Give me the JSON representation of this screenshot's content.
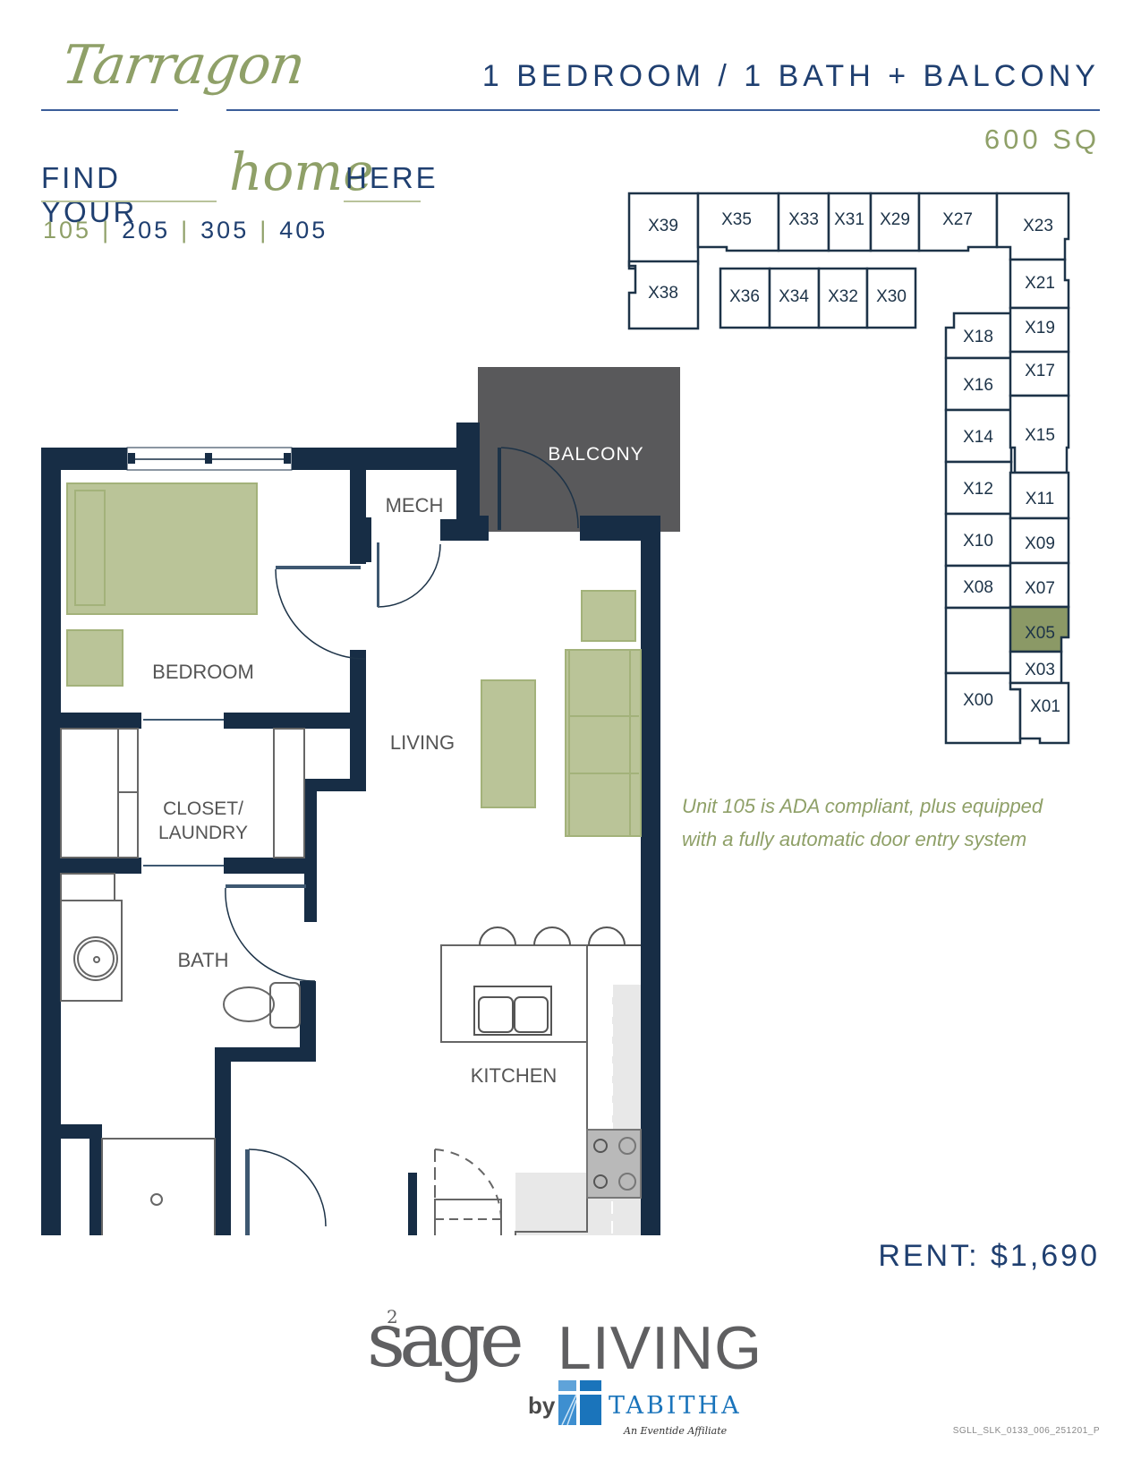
{
  "header": {
    "plan_name": "Tarragon",
    "unit_type": "1 BEDROOM / 1 BATH + BALCONY",
    "square_feet": "600 SQ"
  },
  "tagline": {
    "part1": "FIND YOUR",
    "part2": "home",
    "part3": "HERE"
  },
  "units": [
    "105",
    "205",
    "305",
    "405"
  ],
  "unit_separator": "|",
  "floor_plan": {
    "rooms": {
      "bedroom": "BEDROOM",
      "mech": "MECH",
      "balcony": "BALCONY",
      "living": "LIVING",
      "closet_line1": "CLOSET/",
      "closet_line2": "LAUNDRY",
      "bath": "BATH",
      "kitchen": "KITCHEN"
    },
    "colors": {
      "wall": "#172d45",
      "furniture": "#bac498",
      "furniture_stroke": "#a3b27a",
      "balcony": "#59595b",
      "fixture_stroke": "#666666",
      "counter": "#e8e8e8",
      "range": "#b9b9b9"
    }
  },
  "key_plan": {
    "highlighted_unit": "X05",
    "highlight_color": "#8b9966",
    "units": [
      "X39",
      "X35",
      "X33",
      "X31",
      "X29",
      "X27",
      "X23",
      "X38",
      "X36",
      "X34",
      "X32",
      "X30",
      "X21",
      "X19",
      "X18",
      "X17",
      "X16",
      "X15",
      "X14",
      "X12",
      "X11",
      "X10",
      "X09",
      "X08",
      "X07",
      "X05",
      "X03",
      "X00",
      "X01"
    ]
  },
  "note": {
    "line1": "Unit 105 is ADA compliant, plus equipped",
    "line2": "with a fully automatic door entry system"
  },
  "rent": "RENT: $1,690",
  "logo": {
    "sage": "sage",
    "superscript": "2",
    "living": "LIVING",
    "by": "by",
    "tabitha": "TABITHA",
    "affiliate": "An Eventide Affiliate"
  },
  "document_code": "SGLL_SLK_0133_006_251201_P",
  "colors": {
    "navy": "#1f3f70",
    "sage_green": "#8fa068",
    "rule_blue": "#3b5d99"
  }
}
